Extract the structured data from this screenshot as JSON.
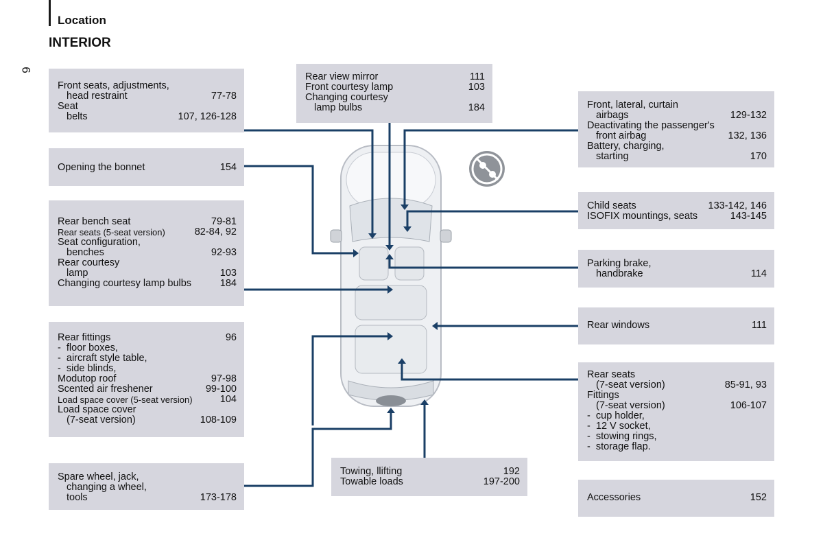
{
  "header": {
    "section": "Location",
    "title": "INTERIOR",
    "page_number": "6"
  },
  "boxes": {
    "front_seats": {
      "r1": "Front seats, adjustments,",
      "r2": "head restraint",
      "r2p": "77-78",
      "r3": "Seat",
      "r4": "belts",
      "r4p": "107, 126-128"
    },
    "bonnet": {
      "r1": "Opening the bonnet",
      "r1p": "154"
    },
    "rear_bench": {
      "r1": "Rear bench seat",
      "r1p": "79-81",
      "r2": "Rear seats (5-seat version)",
      "r2p": "82-84, 92",
      "r3": "Seat configuration,",
      "r4": "benches",
      "r4p": "92-93",
      "r5": "Rear courtesy",
      "r6": "lamp",
      "r6p": "103",
      "r7": "Changing courtesy lamp bulbs",
      "r7p": "184"
    },
    "rear_fittings": {
      "r1": "Rear fittings",
      "r1p": "96",
      "r2": "-  floor boxes,",
      "r3": "-  aircraft style table,",
      "r4": "-  side blinds,",
      "r5": "Modutop roof",
      "r5p": "97-98",
      "r6": "Scented air freshener",
      "r6p": "99-100",
      "r7": "Load space cover (5-seat version)",
      "r7p": "104",
      "r8": "Load space cover",
      "r9": "(7-seat version)",
      "r9p": "108-109"
    },
    "spare_wheel": {
      "r1": "Spare wheel, jack,",
      "r2": "changing a wheel,",
      "r3": "tools",
      "r3p": "173-178"
    },
    "mirror": {
      "r1": "Rear view mirror",
      "r1p": "111",
      "r2": "Front courtesy lamp",
      "r2p": "103",
      "r3": "Changing courtesy",
      "r4": "lamp bulbs",
      "r4p": "184"
    },
    "towing": {
      "r1": "Towing, llifting",
      "r1p": "192",
      "r2": "Towable loads",
      "r2p": "197-200"
    },
    "airbags": {
      "r1": "Front, lateral, curtain",
      "r2": "airbags",
      "r2p": "129-132",
      "r3": "Deactivating the passenger's",
      "r4": "front airbag",
      "r4p": "132, 136",
      "r5": "Battery, charging,",
      "r6": "starting",
      "r6p": "170"
    },
    "child_seats": {
      "r1": "Child seats",
      "r1p": "133-142, 146",
      "r2": "ISOFIX mountings, seats",
      "r2p": "143-145"
    },
    "parking_brake": {
      "r1": "Parking brake,",
      "r2": "handbrake",
      "r2p": "114"
    },
    "rear_windows": {
      "r1": "Rear windows",
      "r1p": "111"
    },
    "rear_seats7": {
      "r1": "Rear seats",
      "r2": "(7-seat version)",
      "r2p": "85-91, 93",
      "r3": "Fittings",
      "r4": "(7-seat version)",
      "r4p": "106-107",
      "r5": "-  cup holder,",
      "r6": "-  12 V socket,",
      "r7": "-  stowing rings,",
      "r8": "-  storage flap."
    },
    "accessories": {
      "r1": "Accessories",
      "r1p": "152"
    }
  },
  "colors": {
    "box_bg": "#d6d6de",
    "leader": "#1a3f66"
  },
  "icons": {
    "airbag_warning": "airbag-off-icon",
    "vehicle": "vehicle-top-view"
  }
}
